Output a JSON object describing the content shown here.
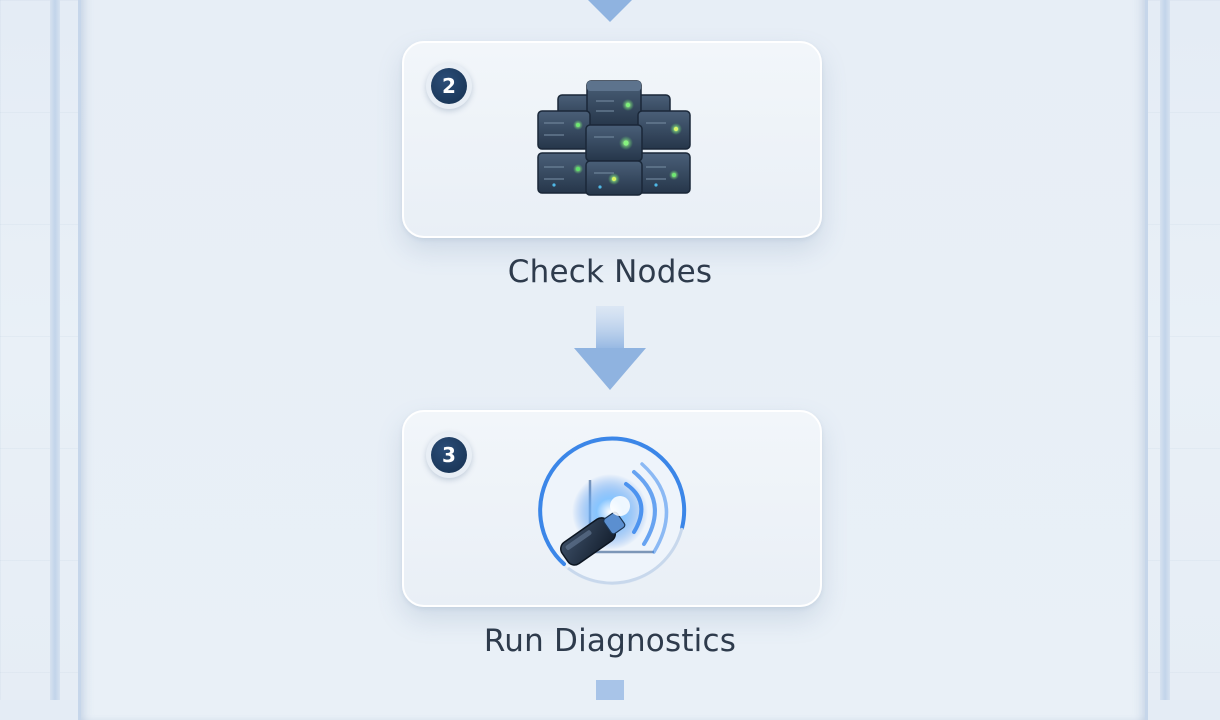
{
  "steps": [
    {
      "number": "2",
      "label": "Check Nodes",
      "icon": "server-rack-icon"
    },
    {
      "number": "3",
      "label": "Run Diagnostics",
      "icon": "diagnostics-probe-icon"
    }
  ],
  "colors": {
    "background": "#e7eef6",
    "card": "#eef3f8",
    "badge": "#1e3a5f",
    "arrow": "#8fb3e0",
    "accent_blue": "#3b82e6",
    "led_green": "#5ee06a",
    "text": "#2e3b4c"
  }
}
